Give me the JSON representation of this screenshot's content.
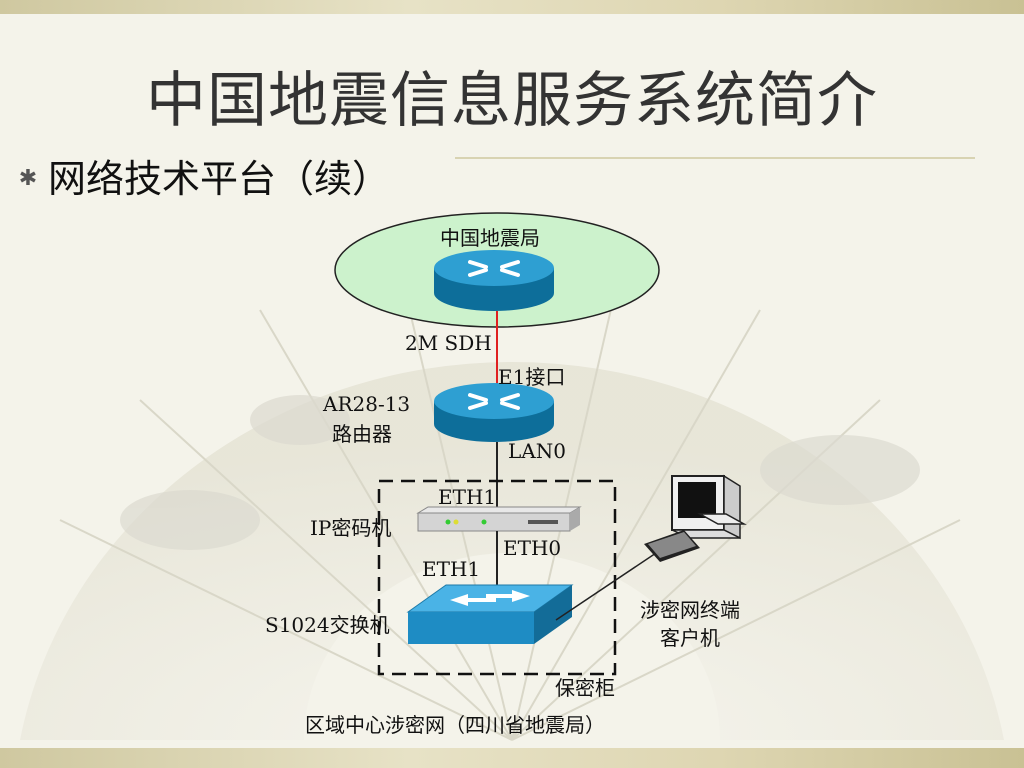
{
  "slide": {
    "title": "中国地震信息服务系统简介",
    "bullet": "网络技术平台（续）"
  },
  "diagram": {
    "hq_label": "中国地震局",
    "link_label": "2M SDH",
    "interface_label": "E1接口",
    "router_model": "AR28-13",
    "router_name": "路由器",
    "lan_label": "LAN0",
    "eth1_top": "ETH1",
    "ip_encryptor": "IP密码机",
    "eth0": "ETH0",
    "eth1_bottom": "ETH1",
    "switch_label": "S1024交换机",
    "client_label_1": "涉密网终端",
    "client_label_2": "客户机",
    "cabinet_label": "保密柜",
    "caption": "区域中心涉密网（四川省地震局）"
  },
  "colors": {
    "ellipse_fill": "#ccf2cc",
    "router_blue": "#1e8fc0",
    "switch_blue": "#2a9fd6",
    "sdh_link": "#e02020"
  },
  "icons": [
    "router-icon",
    "encryptor-icon",
    "switch-icon",
    "computer-icon"
  ]
}
